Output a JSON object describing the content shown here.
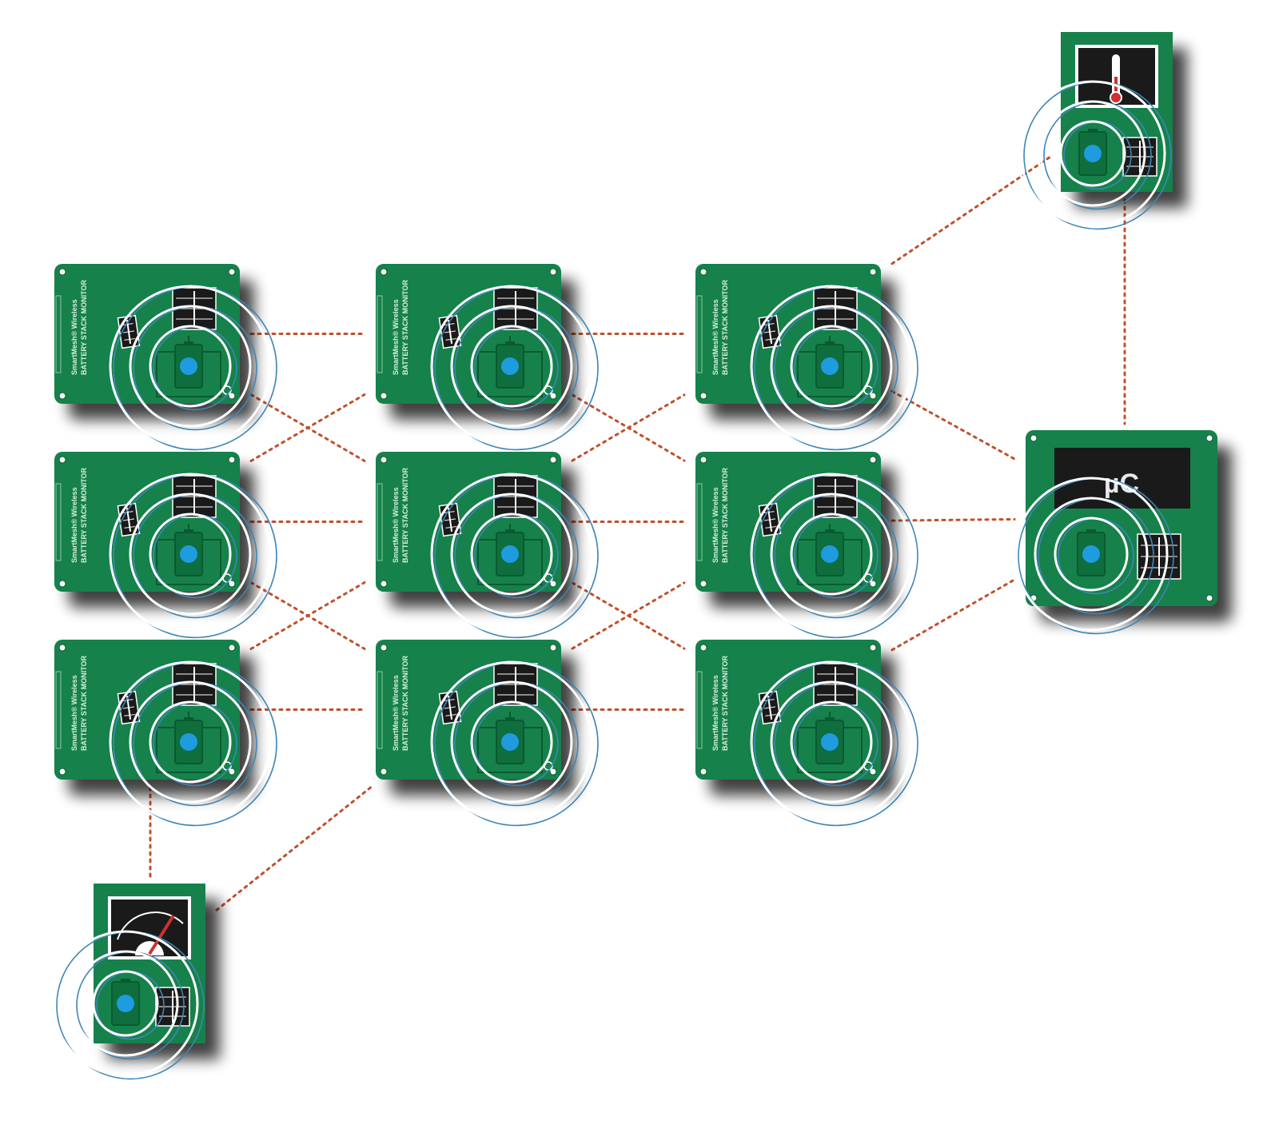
{
  "diagram": {
    "colors": {
      "board": "#13814b",
      "board_edge": "#0c6a3a",
      "link": "#c0502a",
      "ring_white": "#ffffff",
      "ring_blue": "#3d86b8",
      "dot": "#1f9be0",
      "display": "#1a1a1a"
    },
    "mote_label_line1": "SmartMesh® Wireless",
    "mote_label_line2": "BATTERY STACK MONITOR",
    "controller_label": "µC",
    "motes": [
      {
        "id": "m11",
        "row": 1,
        "col": 1
      },
      {
        "id": "m12",
        "row": 1,
        "col": 2
      },
      {
        "id": "m13",
        "row": 1,
        "col": 3
      },
      {
        "id": "m21",
        "row": 2,
        "col": 1
      },
      {
        "id": "m22",
        "row": 2,
        "col": 2
      },
      {
        "id": "m23",
        "row": 2,
        "col": 3
      },
      {
        "id": "m31",
        "row": 3,
        "col": 1
      },
      {
        "id": "m32",
        "row": 3,
        "col": 2
      },
      {
        "id": "m33",
        "row": 3,
        "col": 3
      }
    ],
    "sensors": [
      {
        "id": "thermo",
        "kind": "thermometer-sensor"
      },
      {
        "id": "gauge",
        "kind": "gauge-sensor"
      }
    ],
    "links": [
      [
        "m11",
        "m12"
      ],
      [
        "m12",
        "m13"
      ],
      [
        "m21",
        "m22"
      ],
      [
        "m22",
        "m23"
      ],
      [
        "m31",
        "m32"
      ],
      [
        "m32",
        "m33"
      ],
      [
        "m11",
        "m22"
      ],
      [
        "m21",
        "m12"
      ],
      [
        "m12",
        "m23"
      ],
      [
        "m22",
        "m13"
      ],
      [
        "m21",
        "m32"
      ],
      [
        "m31",
        "m22"
      ],
      [
        "m22",
        "m33"
      ],
      [
        "m32",
        "m23"
      ],
      [
        "m13",
        "thermo"
      ],
      [
        "m13",
        "uc"
      ],
      [
        "m23",
        "uc"
      ],
      [
        "m33",
        "uc"
      ],
      [
        "thermo",
        "uc"
      ],
      [
        "m31",
        "gauge"
      ],
      [
        "m32",
        "gauge"
      ]
    ]
  }
}
